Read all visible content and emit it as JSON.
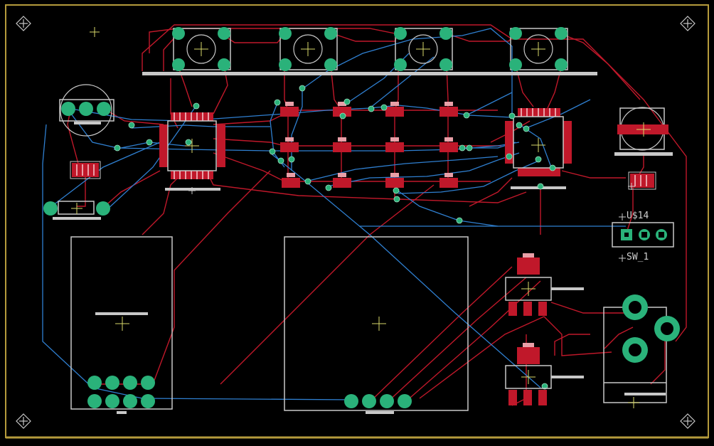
{
  "view": "pcb-layout",
  "colors": {
    "background": "#000000",
    "board_outline": "#b59b3c",
    "top_copper": "#c0182a",
    "bottom_copper": "#2f7fd0",
    "pad": "#2ab27a",
    "silkscreen": "#c8c8c8",
    "origin_cross": "#d8d86a"
  },
  "labels": {
    "connector": "U$14",
    "switch": "SW_1"
  },
  "icons": {
    "corner_marker": "fiducial-icon",
    "origin": "origin-cross-icon"
  }
}
